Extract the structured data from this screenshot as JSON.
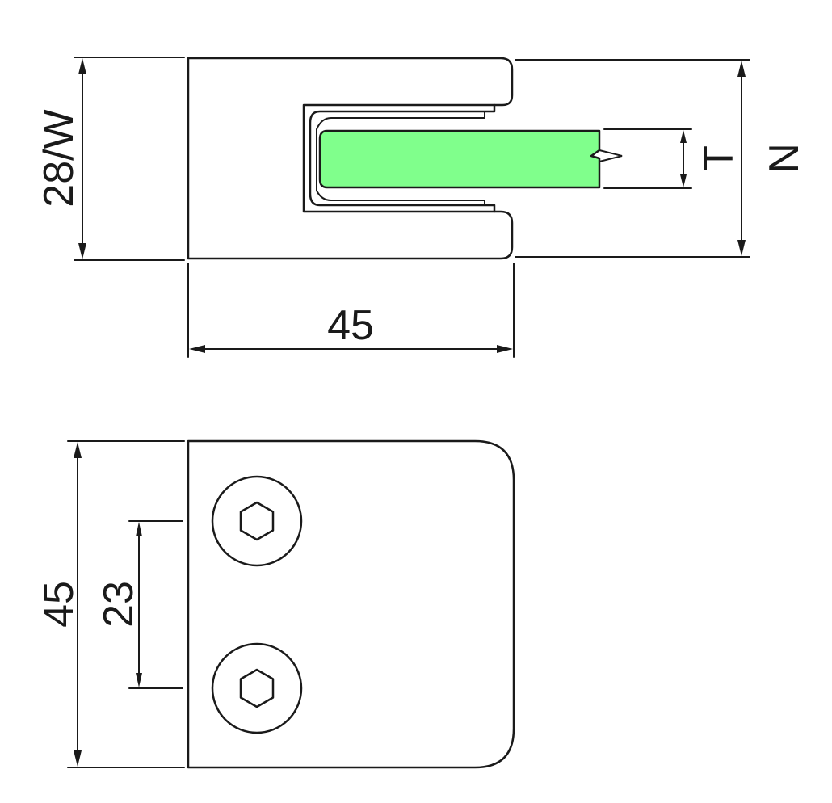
{
  "labels": {
    "width_label": "28/W",
    "length_label_top": "45",
    "thickness_label": "T",
    "height_label": "N",
    "length_label_bottom": "45",
    "hole_spacing_label": "23"
  },
  "colors": {
    "glass": "#80ff8c",
    "line": "#1a1a1a",
    "background": "#ffffff"
  }
}
